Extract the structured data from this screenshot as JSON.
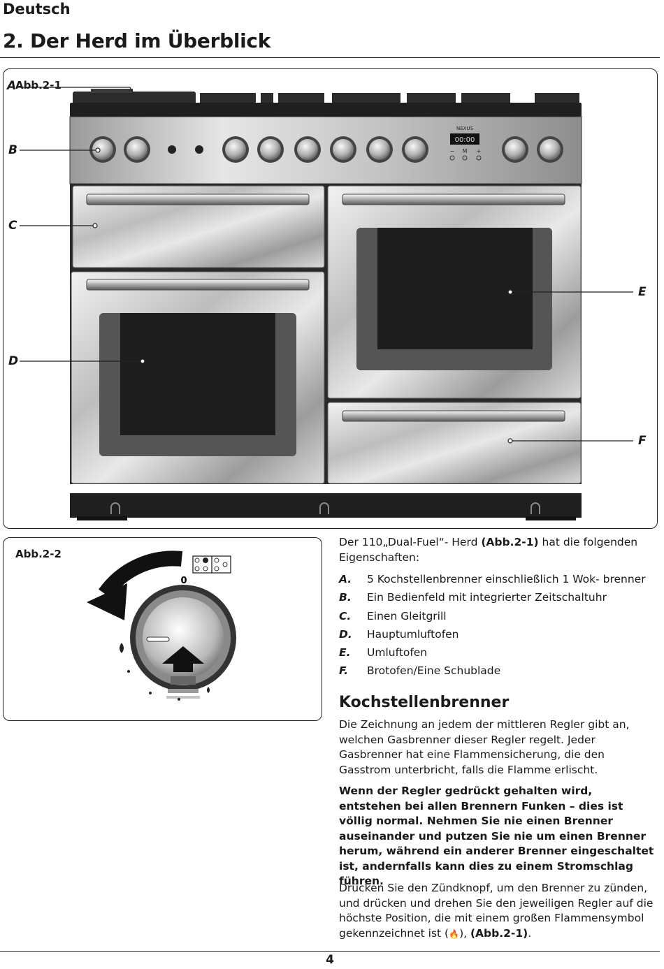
{
  "header": {
    "language": "Deutsch",
    "section_title": "2.  Der Herd im Überblick"
  },
  "figure1": {
    "label": "Abb.2-1",
    "callouts": {
      "a": "A",
      "b": "B",
      "c": "C",
      "d": "D",
      "e": "E",
      "f": "F"
    },
    "brand": "NEXUS",
    "clock": "00:00",
    "clock_buttons": {
      "minus": "−",
      "mode": "M",
      "plus": "+"
    }
  },
  "figure2": {
    "label": "Abb.2-2",
    "knob_zero": "0"
  },
  "intro": {
    "text_before": "Der 110„Dual-Fuel“- Herd ",
    "ref": "(Abb.2-1)",
    "text_after": " hat die folgenden Eigenschaften:"
  },
  "features": [
    {
      "key": "A.",
      "text": "5 Kochstellenbrenner einschließlich 1 Wok- brenner"
    },
    {
      "key": "B.",
      "text": "Ein Bedienfeld mit integrierter Zeitschaltuhr"
    },
    {
      "key": "C.",
      "text": "Einen Gleitgrill"
    },
    {
      "key": "D.",
      "text": "Hauptumluftofen"
    },
    {
      "key": "E.",
      "text": "Umluftofen"
    },
    {
      "key": "F.",
      "text": "Brotofen/Eine Schublade"
    }
  ],
  "burners": {
    "heading": "Kochstellenbrenner",
    "para1": "Die Zeichnung an jedem der mittleren Regler gibt an, welchen Gasbrenner dieser Regler regelt. Jeder Gasbrenner hat eine Flammensicherung, die den Gasstrom unterbricht, falls die Flamme erlischt.",
    "warning": "Wenn der Regler gedrückt gehalten wird, entstehen bei allen Brennern Funken – dies ist völlig normal. Nehmen Sie nie einen Brenner auseinander und putzen Sie nie um einen Brenner herum, während ein anderer Brenner eingeschaltet ist, andernfalls kann dies zu einem Stromschlag führen.",
    "para3_before": "Drücken Sie den Zündknopf, um den Brenner zu zünden, und drücken und drehen Sie den jeweiligen Regler auf die höchste Position, die mit einem großen Flammensymbol gekennzeichnet ist (",
    "para3_symbol": "🔥",
    "para3_mid": "), ",
    "para3_ref": "(Abb.2-1)",
    "para3_end": "."
  },
  "footer": {
    "page_number": "4"
  }
}
